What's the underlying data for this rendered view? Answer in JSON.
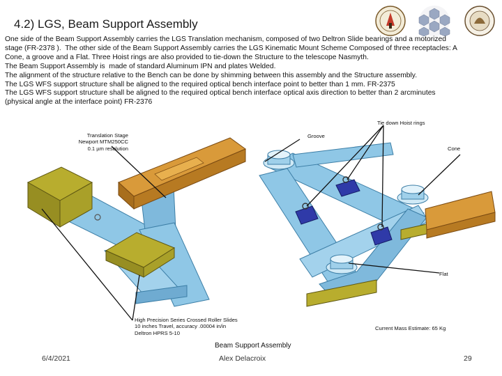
{
  "slide": {
    "title": "4.2) LGS, Beam Support Assembly",
    "body_lines": [
      "One side of the Beam Support Assembly carries the LGS Translation mechanism, composed of two Deltron Slide bearings and a motorized",
      "stage (FR-2378 ).  The other side of the Beam Support Assembly carries the LGS Kinematic Mount Scheme Composed of three receptacles: A",
      "Cone, a groove and a Flat. Three Hoist rings are also provided to tie-down the Structure to the telescope Nasmyth.",
      "The Beam Support Assembly is  made of standard Aluminum IPN and plates Welded.",
      "The alignment of the structure relative to the Bench can be done by shimming between this assembly and the Structure assembly.",
      "The LGS WFS support structure shall be aligned to the required optical bench interface point to better than 1 mm. FR-2375",
      "The LGS WFS support structure shall be aligned to the required optical bench interface optical axis direction to better than 2 arcminutes",
      "(physical angle at the interface point) FR-2376"
    ]
  },
  "figure": {
    "labels": {
      "tie_down": "Tie down Hoist rings",
      "translation_stage": [
        "Translation Stage",
        "Newport  MTM250CC",
        "0.1 µm resolution"
      ],
      "groove": "Groove",
      "cone": "Cone",
      "flat": "Flat",
      "roller_slides": [
        "High Precision Series Crossed  Roller Slides",
        "10 inches Travel, accuracy .00004 in/in",
        "Deltron HPRS 5-10"
      ],
      "mass": "Current Mass Estimate: 65 Kg",
      "caption": "Beam Support Assembly"
    }
  },
  "footer": {
    "date": "6/4/2021",
    "author": "Alex Delacroix",
    "page": "29"
  },
  "colors": {
    "beam_blue": "#8fc7e6",
    "beam_edge": "#3c7ea6",
    "pad_olive": "#b8ad2e",
    "stage_orange": "#d99a3a",
    "mount_plate": "#2f3aa8"
  }
}
